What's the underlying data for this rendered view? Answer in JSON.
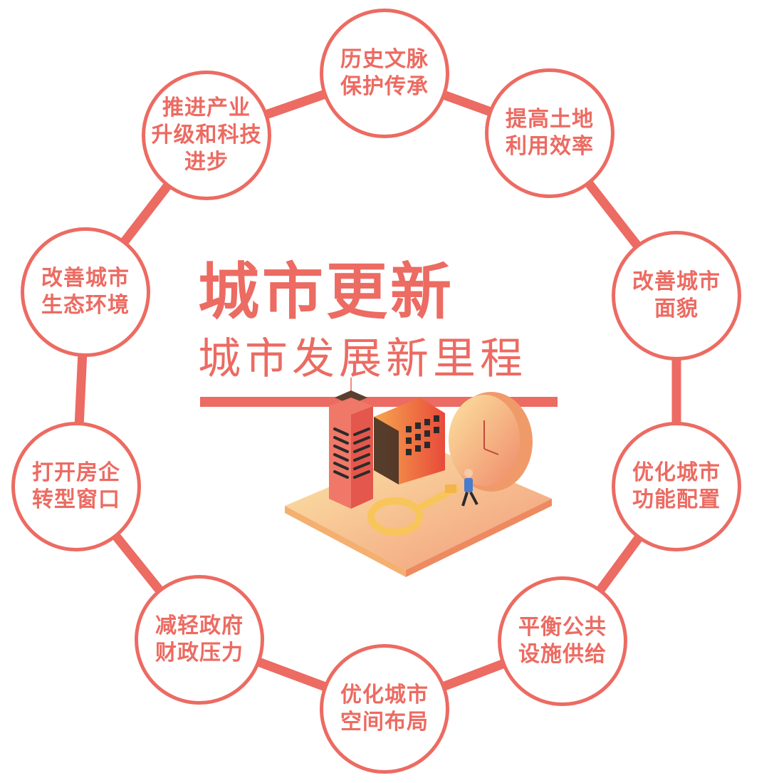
{
  "colors": {
    "accent": "#ec6b62",
    "background": "#ffffff",
    "platform_light": "#f9dc9a",
    "platform_dark": "#f29a7a",
    "tower": "#e9645a",
    "building": "#f08a4a",
    "clock": "#f6b37a",
    "key": "#f7c55a"
  },
  "title": {
    "main": "城市更新",
    "subtitle": "城市发展新里程"
  },
  "nodes": [
    {
      "id": "top",
      "lines": [
        "历史文脉",
        "保护传承"
      ]
    },
    {
      "id": "top-right",
      "lines": [
        "提高土地",
        "利用效率"
      ]
    },
    {
      "id": "right-upper",
      "lines": [
        "改善城市",
        "面貌"
      ]
    },
    {
      "id": "right-lower",
      "lines": [
        "优化城市",
        "功能配置"
      ]
    },
    {
      "id": "bottom-right",
      "lines": [
        "平衡公共",
        "设施供给"
      ]
    },
    {
      "id": "bottom",
      "lines": [
        "优化城市",
        "空间布局"
      ]
    },
    {
      "id": "bottom-left",
      "lines": [
        "减轻政府",
        "财政压力"
      ]
    },
    {
      "id": "left-lower",
      "lines": [
        "打开房企",
        "转型窗口"
      ]
    },
    {
      "id": "left-upper",
      "lines": [
        "改善城市",
        "生态环境"
      ]
    },
    {
      "id": "top-left",
      "lines": [
        "推进产业",
        "升级和科技",
        "进步"
      ]
    }
  ],
  "illustration": {
    "elements": [
      "skyscraper",
      "office-building",
      "clock",
      "key",
      "businessman",
      "platform"
    ]
  }
}
